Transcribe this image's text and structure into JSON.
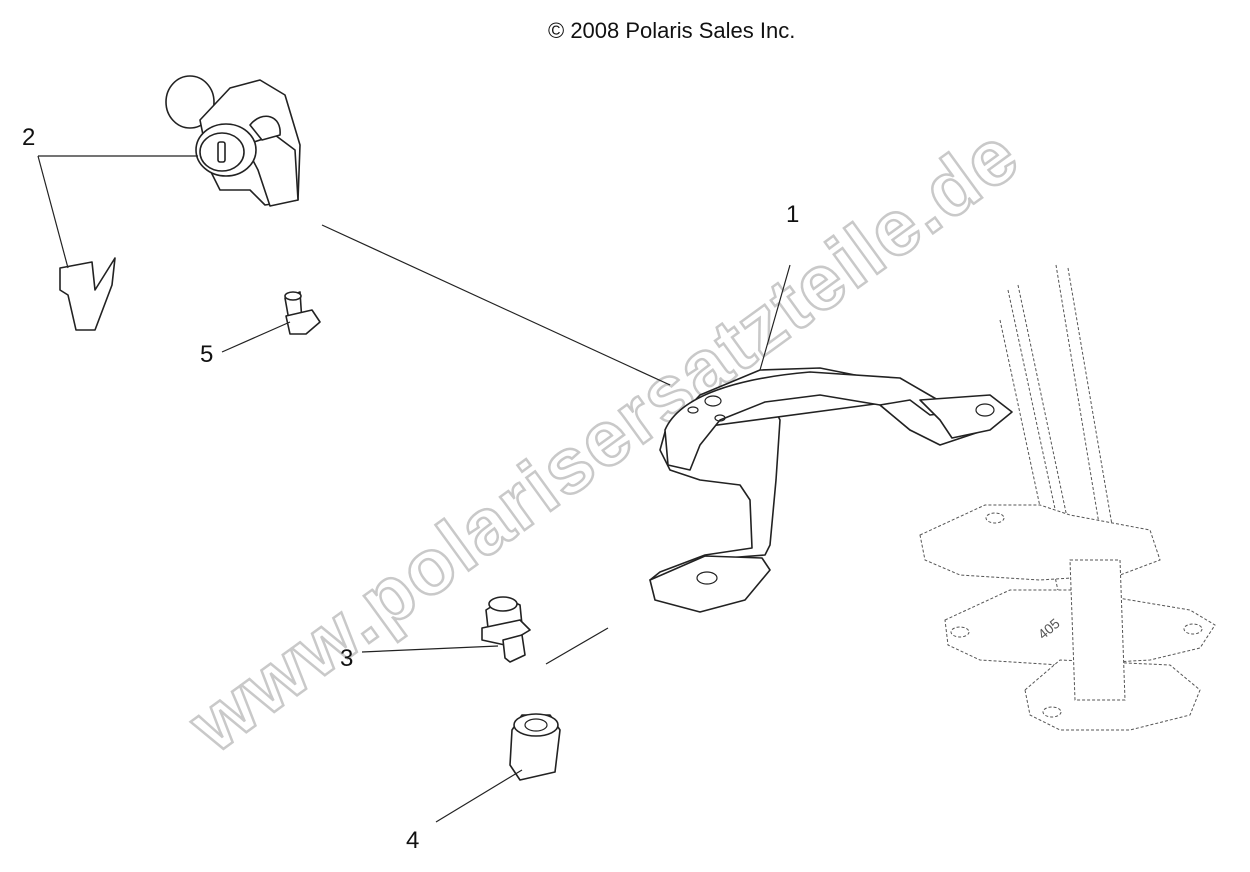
{
  "copyright": "© 2008 Polaris Sales Inc.",
  "watermark": "www.polarisersatzteile.de",
  "callouts": {
    "c1": "1",
    "c2": "2",
    "c3": "3",
    "c4": "4",
    "c5": "5"
  },
  "stamp": "405"
}
